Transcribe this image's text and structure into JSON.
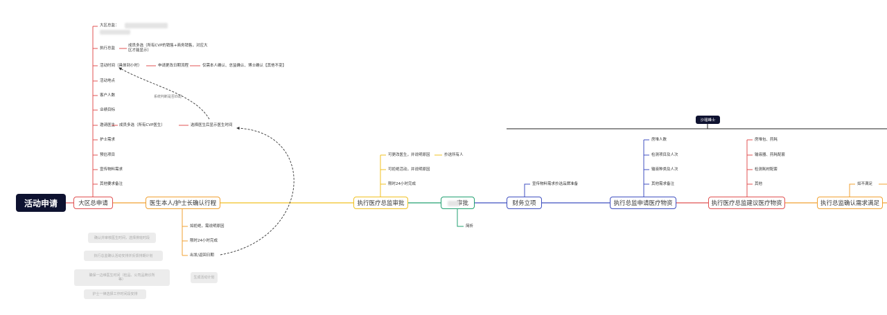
{
  "root": {
    "label": "活动申请"
  },
  "topic_label": "沙瑶峰士",
  "main": [
    {
      "label": "大区总申请",
      "color": "#e05050"
    },
    {
      "label": "医生本人/护士长确认行程",
      "color": "#f0a030"
    },
    {
      "label": "执行医疗总监审批",
      "color": "#f0c020"
    },
    {
      "label": "审批",
      "color": "#20a070"
    },
    {
      "label": "财务立项",
      "color": "#3f4fc0"
    },
    {
      "label": "执行总监申请医疗物资",
      "color": "#3f4fc0"
    },
    {
      "label": "执行医疗总监建议医疗物资",
      "color": "#e05050"
    },
    {
      "label": "执行总监确认需求满足",
      "color": "#f0a030"
    }
  ],
  "region": {
    "items": [
      "大区总监：",
      "执行总监",
      "活动时间（具体到小时）",
      "活动地点",
      "客户人数",
      "业绩目标",
      "邀请医生",
      "护士需求",
      "预估项目",
      "宣传物料需求",
      "其他要求备注"
    ],
    "exec_sub": "成员多选（所有CVP的销售+商务销售，对应大\n区才能显示）",
    "time_sub1": "申请更改日期流程",
    "time_sub2": "仅需本人确认、总监确认、博士确认【其他不变】",
    "doctor_sub1": "成员多选（所有CVP医生）",
    "doctor_sub2": "选择医生后显示医生时间"
  },
  "doctor_confirm_items": [
    "如拒绝，需说明原因",
    "限时24小时完成",
    "出发/返回日期"
  ],
  "exec_review_items": [
    "可更改医生，并说明原因",
    "可拒绝活动，并说明原因",
    "限时24小时完成"
  ],
  "exec_review_sub": "抄送所有人",
  "approval_sub": "简析",
  "finance_sub": "宣传物料需求抄送品牌准备",
  "apply_items": [
    "房堆人数",
    "检测项目及人次",
    "输液种类及人次",
    "其他需求备注"
  ],
  "suggest_items": [
    "房堆包、药耗",
    "输液器、药耗配套",
    "检测耗材配套",
    "其他"
  ],
  "confirm_sub1": "如不满足",
  "arrow_note": "系统判断是否匹配",
  "gray_boxes": [
    "确认并审核医生时间，选择排班时段",
    "执行总监确认活动安排并反馈排期计划",
    "确保一边维医生时间（检品、公司品牌诊所\n等）",
    "护士一律选择工作时间段安排",
    "生成活动计划"
  ]
}
